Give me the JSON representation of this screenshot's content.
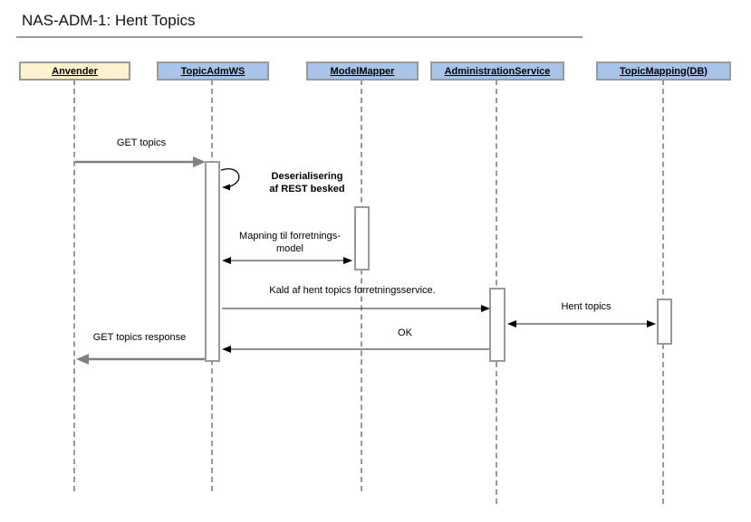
{
  "diagram": {
    "title": "NAS-ADM-1: Hent Topics",
    "type": "uml-sequence-diagram"
  },
  "participants": [
    {
      "label": "Anvender",
      "kind": "actor",
      "fill": "#fff2cc"
    },
    {
      "label": "TopicAdmWS",
      "kind": "component",
      "fill": "#a9c4eb"
    },
    {
      "label": "ModelMapper",
      "kind": "component",
      "fill": "#a9c4eb"
    },
    {
      "label": "AdministrationService",
      "kind": "component",
      "fill": "#a9c4eb"
    },
    {
      "label": "TopicMapping(DB)",
      "kind": "component",
      "fill": "#a9c4eb"
    }
  ],
  "messages": [
    {
      "text": "GET topics",
      "from": "Anvender",
      "to": "TopicAdmWS",
      "arrow": "solid-gray-right"
    },
    {
      "text": "Deserialisering",
      "text_line2": "af REST besked",
      "from": "TopicAdmWS",
      "to": "TopicAdmWS",
      "arrow": "self-loop",
      "emphasis": "bold"
    },
    {
      "text": "Mapning til forretnings-",
      "text_line2": "model",
      "from": "TopicAdmWS",
      "to": "ModelMapper",
      "arrow": "bidirectional"
    },
    {
      "text": "Kald af hent topics forretningsservice.",
      "from": "TopicAdmWS",
      "to": "AdministrationService",
      "arrow": "solid-black-right"
    },
    {
      "text": "Hent topics",
      "from": "AdministrationService",
      "to": "TopicMapping(DB)",
      "arrow": "bidirectional"
    },
    {
      "text": "OK",
      "from": "AdministrationService",
      "to": "TopicAdmWS",
      "arrow": "solid-black-left"
    },
    {
      "text": "GET topics response",
      "from": "TopicAdmWS",
      "to": "Anvender",
      "arrow": "solid-gray-left"
    }
  ],
  "colors": {
    "actor_fill": "#fff2cc",
    "component_fill": "#a9c4eb",
    "shape_border": "#999999",
    "lifeline": "#999999",
    "thin_message_line": "#4d4d4d",
    "thin_arrowhead": "#000000",
    "transport_arrow": "#808080",
    "title_rule": "#999999"
  }
}
